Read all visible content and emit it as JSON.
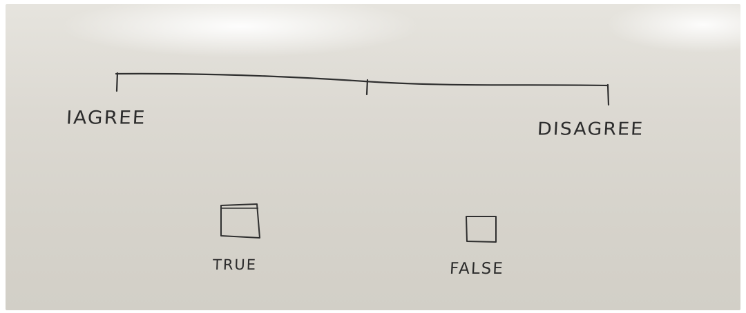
{
  "whiteboard": {
    "scale": {
      "left_label": "IAGREE",
      "right_label": "DISAGREE"
    },
    "options": {
      "true_label": "TRUE",
      "false_label": "FALSE"
    }
  }
}
